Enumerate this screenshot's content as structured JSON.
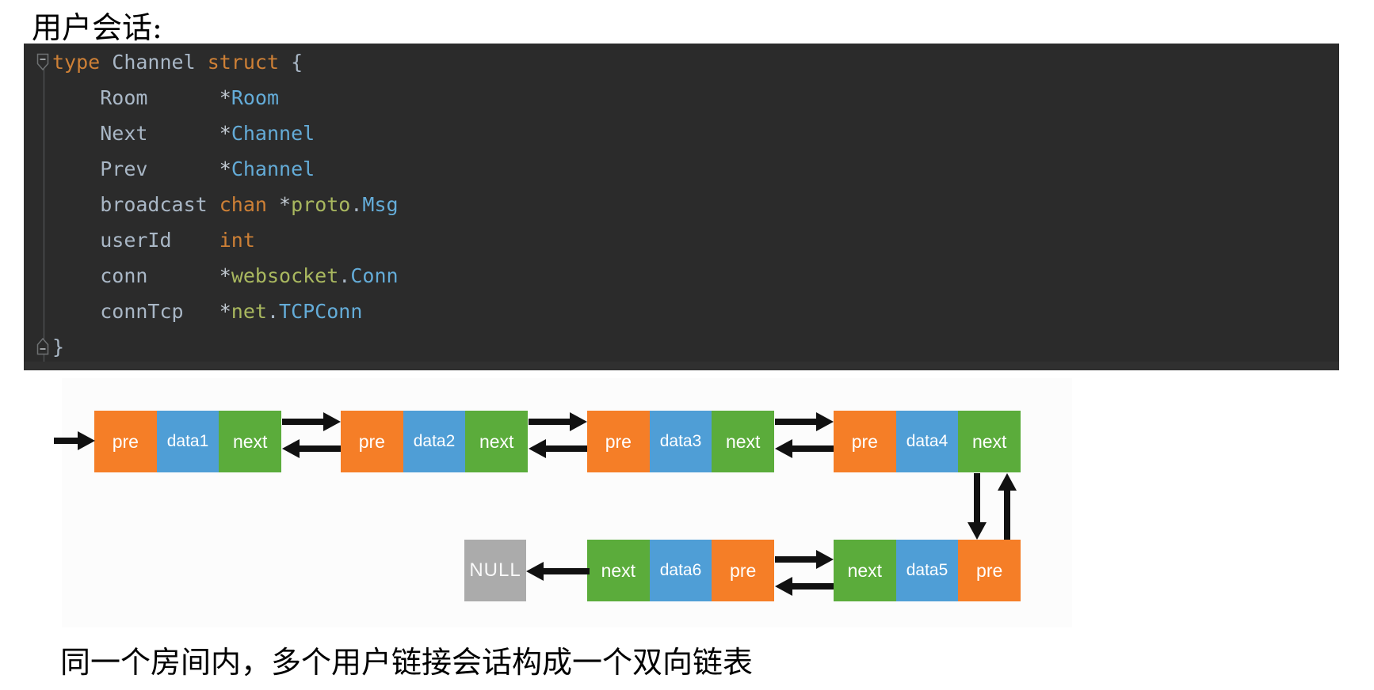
{
  "page": {
    "title": "用户会话:",
    "caption": "同一个房间内，多个用户链接会话构成一个双向链表"
  },
  "code": {
    "language": "go",
    "lines": [
      [
        {
          "c": "kw",
          "t": "type"
        },
        {
          "c": "pl",
          "t": " "
        },
        {
          "c": "id",
          "t": "Channel"
        },
        {
          "c": "pl",
          "t": " "
        },
        {
          "c": "kw",
          "t": "struct"
        },
        {
          "c": "pl",
          "t": " {"
        }
      ],
      [
        {
          "c": "pl",
          "t": "    "
        },
        {
          "c": "fld",
          "t": "Room"
        },
        {
          "c": "pl",
          "t": "      "
        },
        {
          "c": "st",
          "t": "*"
        },
        {
          "c": "ty",
          "t": "Room"
        }
      ],
      [
        {
          "c": "pl",
          "t": "    "
        },
        {
          "c": "fld",
          "t": "Next"
        },
        {
          "c": "pl",
          "t": "      "
        },
        {
          "c": "st",
          "t": "*"
        },
        {
          "c": "ty",
          "t": "Channel"
        }
      ],
      [
        {
          "c": "pl",
          "t": "    "
        },
        {
          "c": "fld",
          "t": "Prev"
        },
        {
          "c": "pl",
          "t": "      "
        },
        {
          "c": "st",
          "t": "*"
        },
        {
          "c": "ty",
          "t": "Channel"
        }
      ],
      [
        {
          "c": "pl",
          "t": "    "
        },
        {
          "c": "fld",
          "t": "broadcast"
        },
        {
          "c": "pl",
          "t": " "
        },
        {
          "c": "kw",
          "t": "chan"
        },
        {
          "c": "pl",
          "t": " "
        },
        {
          "c": "st",
          "t": "*"
        },
        {
          "c": "pkg",
          "t": "proto"
        },
        {
          "c": "dot",
          "t": "."
        },
        {
          "c": "ty",
          "t": "Msg"
        }
      ],
      [
        {
          "c": "pl",
          "t": "    "
        },
        {
          "c": "fld",
          "t": "userId"
        },
        {
          "c": "pl",
          "t": "    "
        },
        {
          "c": "kw",
          "t": "int"
        }
      ],
      [
        {
          "c": "pl",
          "t": "    "
        },
        {
          "c": "fld",
          "t": "conn"
        },
        {
          "c": "pl",
          "t": "      "
        },
        {
          "c": "st",
          "t": "*"
        },
        {
          "c": "pkg",
          "t": "websocket"
        },
        {
          "c": "dot",
          "t": "."
        },
        {
          "c": "ty",
          "t": "Conn"
        }
      ],
      [
        {
          "c": "pl",
          "t": "    "
        },
        {
          "c": "fld",
          "t": "connTcp"
        },
        {
          "c": "pl",
          "t": "   "
        },
        {
          "c": "st",
          "t": "*"
        },
        {
          "c": "pkg",
          "t": "net"
        },
        {
          "c": "dot",
          "t": "."
        },
        {
          "c": "ty",
          "t": "TCPConn"
        }
      ],
      [
        {
          "c": "pl",
          "t": "}"
        }
      ]
    ]
  },
  "diagram": {
    "null_label": "NULL",
    "nodes_top": [
      {
        "id": "node-data1",
        "cells": [
          {
            "label": "pre",
            "color": "orange"
          },
          {
            "label": "data1",
            "color": "blue"
          },
          {
            "label": "next",
            "color": "green"
          }
        ]
      },
      {
        "id": "node-data2",
        "cells": [
          {
            "label": "pre",
            "color": "orange"
          },
          {
            "label": "data2",
            "color": "blue"
          },
          {
            "label": "next",
            "color": "green"
          }
        ]
      },
      {
        "id": "node-data3",
        "cells": [
          {
            "label": "pre",
            "color": "orange"
          },
          {
            "label": "data3",
            "color": "blue"
          },
          {
            "label": "next",
            "color": "green"
          }
        ]
      },
      {
        "id": "node-data4",
        "cells": [
          {
            "label": "pre",
            "color": "orange"
          },
          {
            "label": "data4",
            "color": "blue"
          },
          {
            "label": "next",
            "color": "green"
          }
        ]
      }
    ],
    "nodes_bottom": [
      {
        "id": "node-data6",
        "cells": [
          {
            "label": "next",
            "color": "green"
          },
          {
            "label": "data6",
            "color": "blue"
          },
          {
            "label": "pre",
            "color": "orange"
          }
        ]
      },
      {
        "id": "node-data5",
        "cells": [
          {
            "label": "next",
            "color": "green"
          },
          {
            "label": "data5",
            "color": "blue"
          },
          {
            "label": "pre",
            "color": "orange"
          }
        ]
      }
    ],
    "links": [
      {
        "from": "head",
        "to": "data1.pre",
        "direction": "right"
      },
      {
        "from": "data1.next",
        "to": "data2.pre",
        "direction": "right"
      },
      {
        "from": "data2.pre",
        "to": "data1.next",
        "direction": "left"
      },
      {
        "from": "data2.next",
        "to": "data3.pre",
        "direction": "right"
      },
      {
        "from": "data3.pre",
        "to": "data2.next",
        "direction": "left"
      },
      {
        "from": "data3.next",
        "to": "data4.pre",
        "direction": "right"
      },
      {
        "from": "data4.pre",
        "to": "data3.next",
        "direction": "left"
      },
      {
        "from": "data4.next",
        "to": "data5.pre",
        "direction": "down"
      },
      {
        "from": "data5.pre",
        "to": "data4.next",
        "direction": "up"
      },
      {
        "from": "data5.next",
        "to": "data6.pre",
        "direction": "left"
      },
      {
        "from": "data6.pre",
        "to": "data5.next",
        "direction": "right"
      },
      {
        "from": "data6.next",
        "to": "NULL",
        "direction": "left"
      }
    ]
  },
  "colors": {
    "code_background": "#2B2B2B",
    "keyword": "#CE8036",
    "identifier": "#A9B7C6",
    "field": "#A9B7C6",
    "package": "#A9B85F",
    "type": "#64ACD8",
    "star": "#C3CBD3",
    "punctuation": "#A9B7C6",
    "node_orange": "#F57E27",
    "node_blue": "#4F9ED6",
    "node_green": "#5BAC3B",
    "null_gray": "#ABABAB",
    "arrow_black": "#111111",
    "diagram_background": "#FCFCFC"
  }
}
